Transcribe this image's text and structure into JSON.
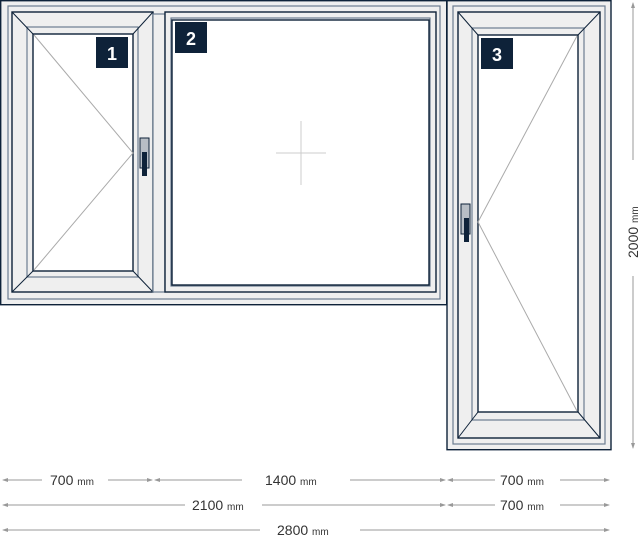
{
  "sashes": [
    {
      "number": "1",
      "type": "tilt-turn window, opens right"
    },
    {
      "number": "2",
      "type": "fixed window"
    },
    {
      "number": "3",
      "type": "tilt-turn door, opens left"
    }
  ],
  "dimensions": {
    "unit": "mm",
    "row1": [
      "700",
      "1400",
      "700"
    ],
    "row2": [
      "2100",
      "700"
    ],
    "row3": [
      "2800"
    ],
    "height": "2000"
  },
  "colors": {
    "frame": "#0e2239",
    "profile": "#efefef",
    "dimension_line": "#999999"
  }
}
